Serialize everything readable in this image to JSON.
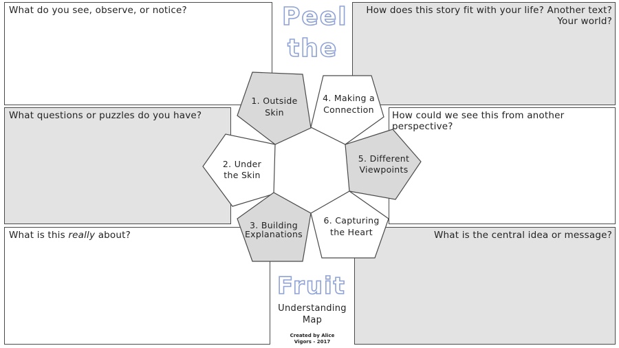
{
  "title": {
    "word1": "Peel",
    "word2": "the",
    "word3": "Fruit",
    "subtitle_line1": "Understanding",
    "subtitle_line2": "Map",
    "credit_line1": "Created by Alice",
    "credit_line2": "Vigors - 2017"
  },
  "colors": {
    "title_outline": "#8ea2d6",
    "box_grey": "#e3e3e3",
    "pent_grey": "#d9d9d9",
    "border": "#4a4a4a"
  },
  "prompts": {
    "top_left": "What do you see, observe, or notice?",
    "top_right": "How does this story fit with your life? Another text?\nYour world?",
    "mid_left": "What questions or puzzles do you have?",
    "mid_right": "How could we see this from another perspective?",
    "bottom_left_before": "What is this ",
    "bottom_left_emph": "really",
    "bottom_left_after": " about?",
    "bottom_right": "What is the central idea or message?"
  },
  "steps": [
    {
      "line1": "1. Outside",
      "line2": "Skin"
    },
    {
      "line1": "2. Under",
      "line2": "the Skin"
    },
    {
      "line1": "3. Building",
      "line2": "Explanations"
    },
    {
      "line1": "4. Making a",
      "line2": "Connection"
    },
    {
      "line1": "5. Different",
      "line2": "Viewpoints"
    },
    {
      "line1": "6. Capturing",
      "line2": "the Heart"
    }
  ]
}
